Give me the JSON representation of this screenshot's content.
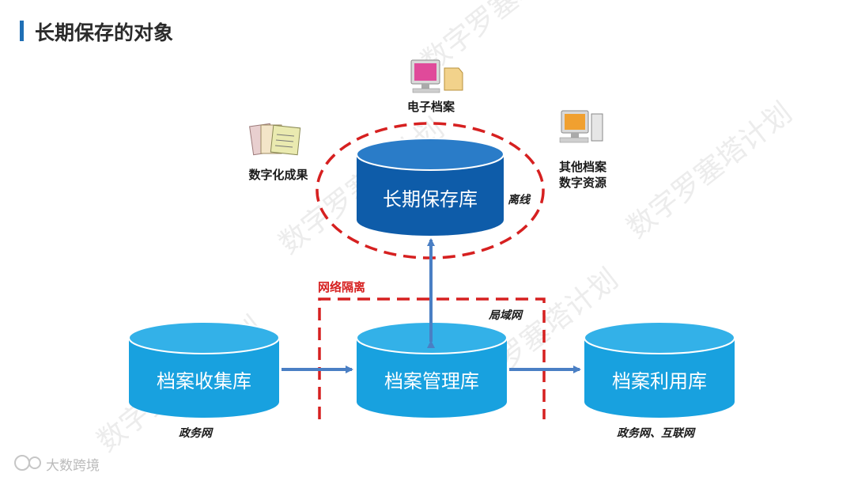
{
  "title": "长期保存的对象",
  "watermark": "数字罗塞塔计划",
  "databases": {
    "long_term": "长期保存库",
    "collection": "档案收集库",
    "management": "档案管理库",
    "utilization": "档案利用库"
  },
  "labels": {
    "electronic_archives": "电子档案",
    "digitized_results": "数字化成果",
    "other_archives_line1": "其他档案",
    "other_archives_line2": "数字资源",
    "offline": "离线",
    "network_isolation": "网络隔离",
    "lan": "局域网",
    "gov_network": "政务网",
    "gov_internet": "政务网、互联网"
  },
  "footer": "大数跨境",
  "colors": {
    "accent": "#1f6fb5",
    "cylinder_dark": "#0e5ca9",
    "cylinder_light": "#18a1df",
    "dashed_red": "#d62020",
    "arrow": "#4a7fc4"
  }
}
